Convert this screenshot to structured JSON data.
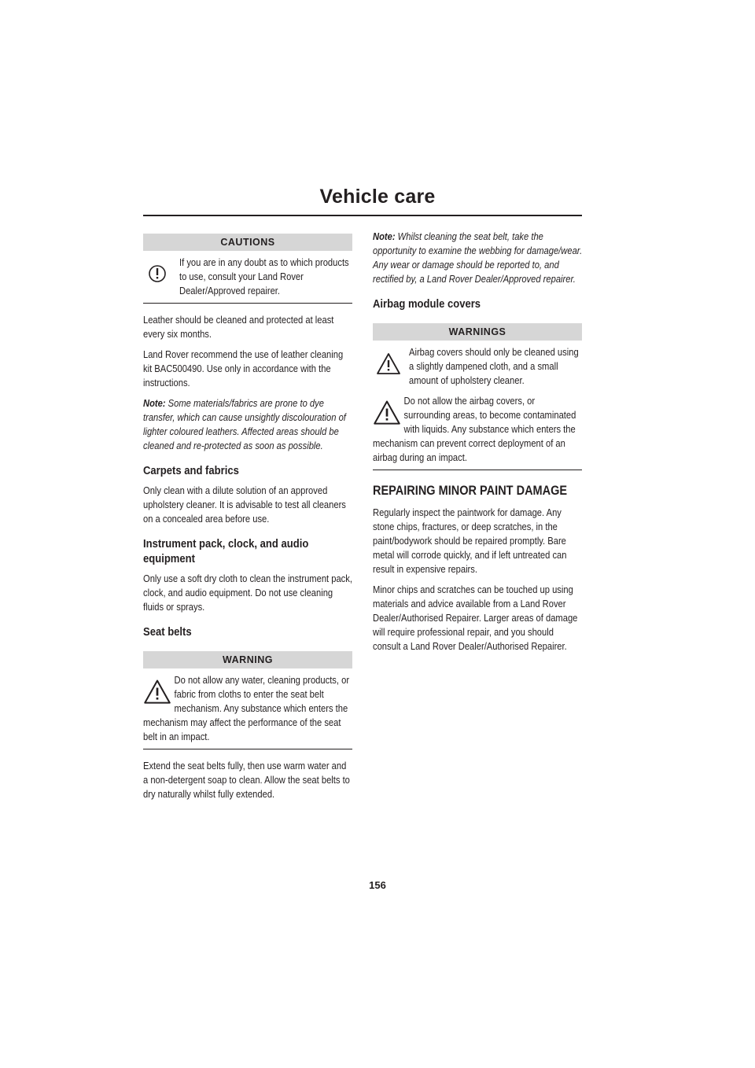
{
  "header": {
    "title": "Vehicle care"
  },
  "left": {
    "cautions": {
      "head": "CAUTIONS",
      "text": "If you are in any doubt as to which products to use, consult your Land Rover Dealer/Approved repairer."
    },
    "p1": "Leather should be cleaned and protected at least every six months.",
    "p2": "Land Rover recommend the use of leather cleaning kit BAC500490. Use only in accordance with the instructions.",
    "note1": {
      "label": "Note:",
      "text": "Some materials/fabrics are prone to dye transfer, which can cause unsightly discolouration of lighter coloured leathers. Affected areas should be cleaned and re-protected as soon as possible."
    },
    "h_carpets": "Carpets and fabrics",
    "p_carpets": "Only clean with a dilute solution of an approved upholstery cleaner. It is advisable to test all cleaners on a concealed area before use.",
    "h_instrument": "Instrument pack, clock, and audio equipment",
    "p_instrument": "Only use a soft dry cloth to clean the instrument pack, clock, and audio equipment. Do not use cleaning fluids or sprays.",
    "h_seatbelts": "Seat belts",
    "warning": {
      "head": "WARNING",
      "text_a": "Do not allow any water, cleaning products, or fabric from cloths to enter the seat belt mechanism.",
      "text_b": "Any substance which enters the mechanism may affect the performance of the seat belt in an impact."
    },
    "p_seatbelts": "Extend the seat belts fully, then use warm water and a non-detergent soap to clean. Allow the seat belts to dry naturally whilst fully extended."
  },
  "right": {
    "note2": {
      "label": "Note:",
      "text": "Whilst cleaning the seat belt, take the opportunity to examine the webbing for damage/wear. Any wear or damage should be reported to, and rectified by, a Land Rover Dealer/Approved repairer."
    },
    "h_airbag": "Airbag module covers",
    "warnings": {
      "head": "WARNINGS",
      "item1": "Airbag covers should only be cleaned using a slightly dampened cloth, and a small amount of upholstery cleaner.",
      "item2_a": "Do not allow the airbag covers, or surrounding areas, to become contaminated with liquids.",
      "item2_b": "Any substance which enters the mechanism can prevent correct deployment of an airbag during an impact."
    },
    "h_paint": "REPAIRING MINOR PAINT DAMAGE",
    "p_paint1": "Regularly inspect the paintwork for damage. Any stone chips, fractures, or deep scratches, in the paint/bodywork should be repaired promptly. Bare metal will corrode quickly, and if left untreated can result in expensive repairs.",
    "p_paint2": "Minor chips and scratches can be touched up using materials and advice available from a Land Rover Dealer/Authorised Repairer. Larger areas of damage will require professional repair, and you should consult a Land Rover Dealer/Authorised Repairer."
  },
  "footer": {
    "page_number": "156"
  },
  "icons": {
    "caution": "caution-exclamation-circle-icon",
    "warning": "warning-triangle-icon"
  }
}
